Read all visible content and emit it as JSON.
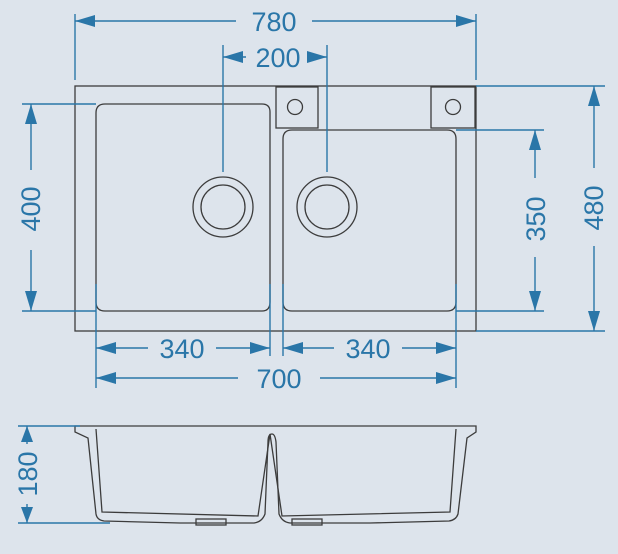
{
  "drawing": {
    "dimensions": {
      "overall_width": "780",
      "hole_offset": "200",
      "bowl_depth_left": "400",
      "bowl_depth_right": "350",
      "overall_depth": "480",
      "bowl_width_left": "340",
      "bowl_width_right": "340",
      "bowls_total_width": "700",
      "bowl_height": "180"
    },
    "colors": {
      "background": "#dde4ec",
      "dimension_lines": "#2a76a8",
      "outline": "#3c3c3c"
    }
  }
}
